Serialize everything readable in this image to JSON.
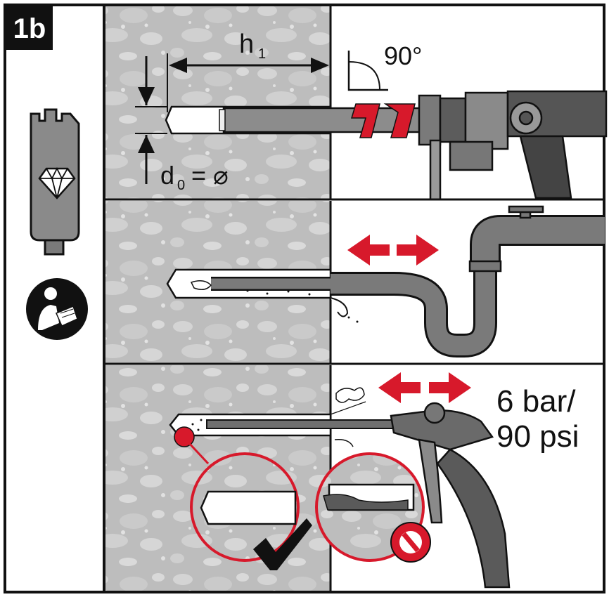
{
  "step_badge": "1b",
  "panel1": {
    "h1_label": "h",
    "h1_sub": "1",
    "angle_label": "90°",
    "d0_label": "d",
    "d0_sub": "0",
    "d0_eq": "= ⌀"
  },
  "panel3": {
    "pressure_line1": "6 bar/",
    "pressure_line2": "90 psi"
  },
  "colors": {
    "accent_red": "#d7192b",
    "concrete": "#b9b9b9",
    "tool_gray": "#6f6f6f",
    "outline": "#111111"
  },
  "icons": [
    "diamond-core-bit-icon",
    "read-manual-icon",
    "correct-checkmark-icon",
    "prohibited-icon",
    "double-arrow-icon"
  ]
}
